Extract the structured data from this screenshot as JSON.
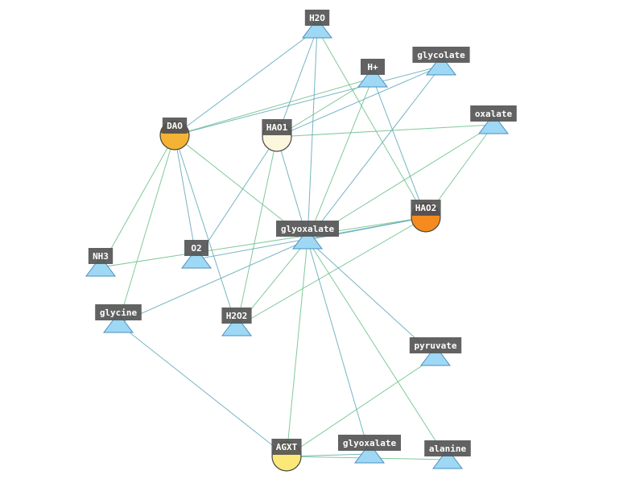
{
  "colors": {
    "edge_a": "#5fa8b8",
    "edge_b": "#6cbf8a",
    "metabolite_fill": "#9ed8f5",
    "metabolite_stroke": "#4a8fbf",
    "label_bg": "#555555",
    "label_text": "#ffffff"
  },
  "nodes": [
    {
      "id": "H2O",
      "label": "H2O",
      "kind": "metabolite"
    },
    {
      "id": "Hplus",
      "label": "H+",
      "kind": "metabolite"
    },
    {
      "id": "glycolate",
      "label": "glycolate",
      "kind": "metabolite"
    },
    {
      "id": "oxalate",
      "label": "oxalate",
      "kind": "metabolite"
    },
    {
      "id": "DAO",
      "label": "DAO",
      "kind": "enzyme",
      "top": "#8a5a10",
      "fill": "#f5b335"
    },
    {
      "id": "HAO1",
      "label": "HAO1",
      "kind": "enzyme",
      "top": "#e8e0c0",
      "fill": "#fbf6dc"
    },
    {
      "id": "HAO2",
      "label": "HAO2",
      "kind": "enzyme",
      "top": "#6b2a05",
      "fill": "#f58a1f"
    },
    {
      "id": "glyoxalate",
      "label": "glyoxalate",
      "kind": "metabolite"
    },
    {
      "id": "NH3",
      "label": "NH3",
      "kind": "metabolite"
    },
    {
      "id": "O2",
      "label": "O2",
      "kind": "metabolite"
    },
    {
      "id": "glycine",
      "label": "glycine",
      "kind": "metabolite"
    },
    {
      "id": "H2O2",
      "label": "H2O2",
      "kind": "metabolite"
    },
    {
      "id": "pyruvate",
      "label": "pyruvate",
      "kind": "metabolite"
    },
    {
      "id": "AGXT",
      "label": "AGXT",
      "kind": "enzyme",
      "top": "#e8dc70",
      "fill": "#fbe878"
    },
    {
      "id": "glyoxalate2",
      "label": "glyoxalate",
      "kind": "metabolite"
    },
    {
      "id": "alanine",
      "label": "alanine",
      "kind": "metabolite"
    }
  ],
  "edges": [
    [
      "DAO",
      "H2O"
    ],
    [
      "DAO",
      "Hplus"
    ],
    [
      "DAO",
      "glycolate"
    ],
    [
      "DAO",
      "NH3"
    ],
    [
      "DAO",
      "O2"
    ],
    [
      "DAO",
      "glycine"
    ],
    [
      "DAO",
      "H2O2"
    ],
    [
      "DAO",
      "glyoxalate"
    ],
    [
      "HAO1",
      "H2O"
    ],
    [
      "HAO1",
      "Hplus"
    ],
    [
      "HAO1",
      "glycolate"
    ],
    [
      "HAO1",
      "oxalate"
    ],
    [
      "HAO1",
      "O2"
    ],
    [
      "HAO1",
      "H2O2"
    ],
    [
      "HAO1",
      "glyoxalate"
    ],
    [
      "HAO2",
      "H2O"
    ],
    [
      "HAO2",
      "Hplus"
    ],
    [
      "HAO2",
      "oxalate"
    ],
    [
      "HAO2",
      "glyoxalate"
    ],
    [
      "HAO2",
      "NH3"
    ],
    [
      "HAO2",
      "O2"
    ],
    [
      "HAO2",
      "H2O2"
    ],
    [
      "glyoxalate",
      "H2O"
    ],
    [
      "glyoxalate",
      "Hplus"
    ],
    [
      "glyoxalate",
      "glycolate"
    ],
    [
      "glyoxalate",
      "oxalate"
    ],
    [
      "glyoxalate",
      "glycine"
    ],
    [
      "glyoxalate",
      "H2O2"
    ],
    [
      "glyoxalate",
      "pyruvate"
    ],
    [
      "glyoxalate",
      "AGXT"
    ],
    [
      "glyoxalate",
      "glyoxalate2"
    ],
    [
      "glyoxalate",
      "alanine"
    ],
    [
      "AGXT",
      "glycine"
    ],
    [
      "AGXT",
      "pyruvate"
    ],
    [
      "AGXT",
      "glyoxalate2"
    ],
    [
      "AGXT",
      "alanine"
    ]
  ]
}
